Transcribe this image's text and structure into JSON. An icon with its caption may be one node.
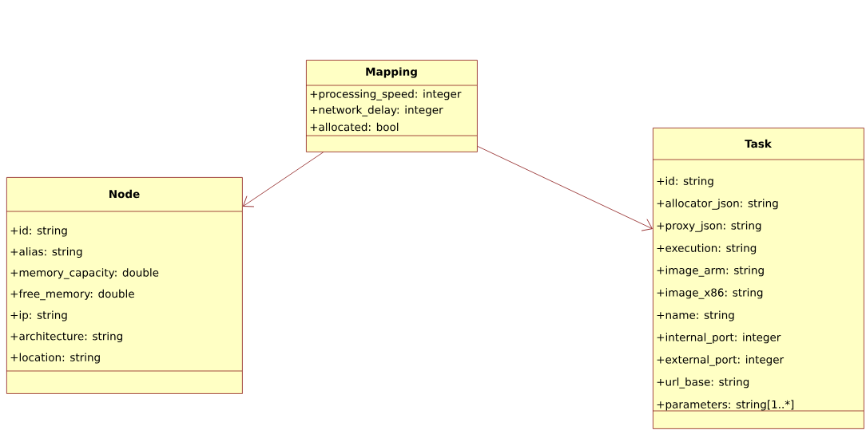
{
  "diagram": {
    "nodes": [
      {
        "text": [
          "Mapping",
          "+processing_speed: integer",
          "+network_delay: integer",
          "+allocated: bool"
        ]
      },
      {
        "text": [
          "Node",
          "+id: string",
          "+alias: string",
          "+memory_capacity: double",
          "+free_memory: double",
          "+ip: string",
          "+architecture: string",
          "+location: string"
        ]
      },
      {
        "text": [
          "Task",
          "+id: string",
          "+allocator_json: string",
          "+proxy_json: string",
          "+execution: string",
          "+image_arm: string",
          "+image_x86: string",
          "+name: string",
          "+internal_port: integer",
          "+external_port: integer",
          "+url_base: string",
          "+parameters: string[1..*]"
        ]
      }
    ],
    "edges": [
      {
        "from": 0,
        "to": 1,
        "arrow": "to"
      },
      {
        "from": 0,
        "to": 2,
        "arrow": "to"
      }
    ]
  }
}
